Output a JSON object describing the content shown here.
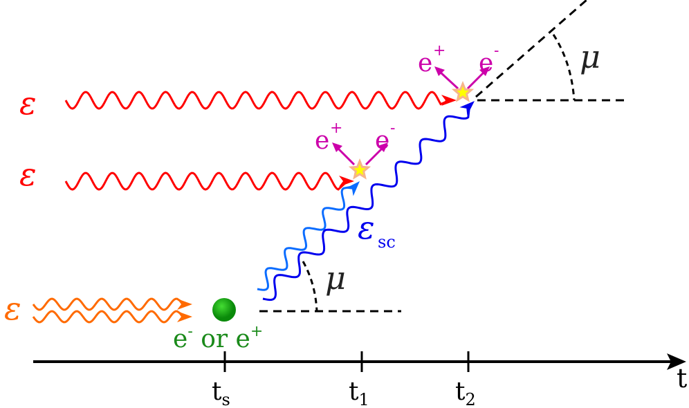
{
  "photons": {
    "eps_top": "ε",
    "eps_mid": "ε",
    "eps_low": "ε",
    "eps_sc": "ε",
    "eps_sc_sub": "sc"
  },
  "pairs": {
    "top_positron": "e",
    "top_positron_sup": "+",
    "top_electron": "e",
    "top_electron_sup": "-",
    "mid_positron": "e",
    "mid_positron_sup": "+",
    "mid_electron": "e",
    "mid_electron_sup": "-"
  },
  "particle": {
    "e": "e",
    "minus": "-",
    "or": " or ",
    "e2": "e",
    "plus": "+"
  },
  "angles": {
    "mu_low": "μ",
    "mu_top": "μ"
  },
  "axis": {
    "label": "t",
    "ticks": [
      {
        "main": "t",
        "sub": "s"
      },
      {
        "main": "t",
        "sub": "1"
      },
      {
        "main": "t",
        "sub": "2"
      }
    ]
  },
  "colors": {
    "red": "#ff0000",
    "orange": "#ff6a00",
    "blue": "#0000ee",
    "light_blue": "#0a6cff",
    "magenta": "#cc00aa",
    "green": "#1a8a1a",
    "black": "#000000"
  }
}
